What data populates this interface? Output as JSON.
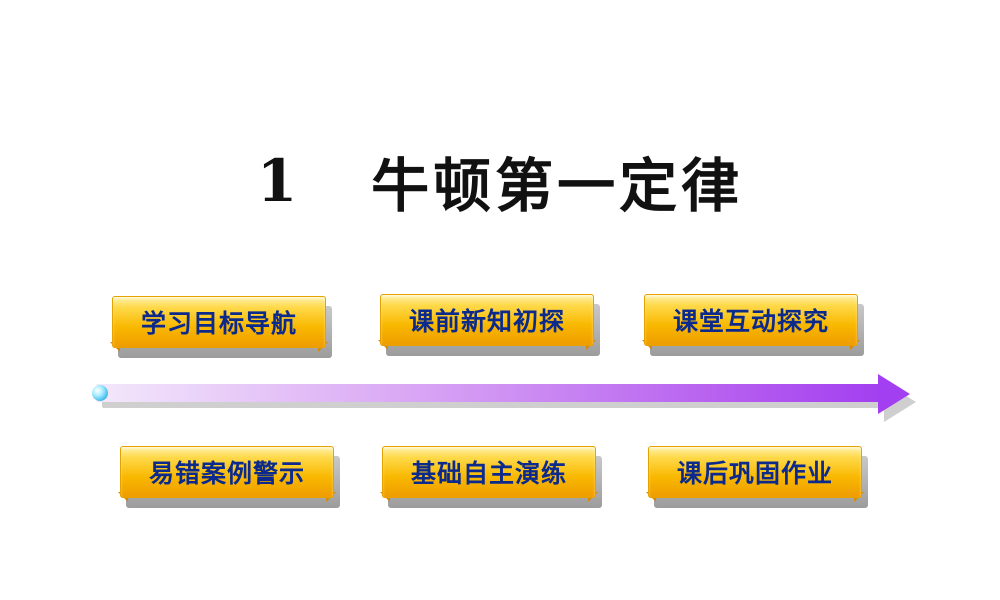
{
  "slide": {
    "lesson_number": "1",
    "lesson_title": "牛顿第一定律"
  },
  "nav": {
    "top": [
      {
        "label": "学习目标导航"
      },
      {
        "label": "课前新知初探"
      },
      {
        "label": "课堂互动探究"
      }
    ],
    "bottom": [
      {
        "label": "易错案例警示"
      },
      {
        "label": "基础自主演练"
      },
      {
        "label": "课后巩固作业"
      }
    ]
  },
  "colors": {
    "button_text": "#0b2a8c",
    "button_gold": "#f9b800",
    "arrow_purple": "#a23ff0",
    "arrow_dot": "#39b7e8"
  },
  "icons": {
    "arrow": "timeline-arrow-icon",
    "dot": "start-dot-icon"
  }
}
